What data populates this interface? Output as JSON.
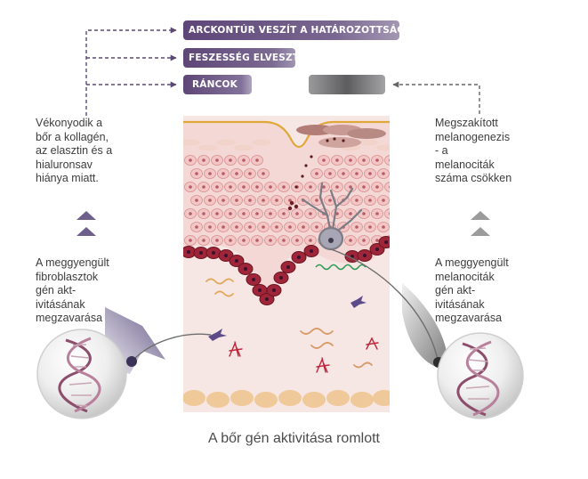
{
  "banners": {
    "contour": "ARCKONTÚR VESZÍT A HATÁROZOTTSÁGBÓL",
    "firmness": "FESZESSÉG ELVESZTÉSE",
    "wrinkles": "RÁNCOK"
  },
  "left_column": {
    "top_text": "Vékonyodik a\nbőr a kollagén,\naz elasztin és a\nhialuronsav\nhiánya miatt.",
    "bottom_text": "A meggyengült\nfibroblasztok\ngén akt-\nivitásának\nmegzavarása"
  },
  "right_column": {
    "top_text": "Megszakított\nmelanogenezis\n- a\nmelanociták\nszáma csökken",
    "bottom_text": "A meggyengült\nmelanociták\ngén akt-\nivitásának\nmegzavarása"
  },
  "caption": "A bőr gén aktivitása romlott",
  "colors": {
    "banner_purple": "#5e4677",
    "arrow_up_purple": "#6f5f8d",
    "arrow_up_grey": "#9b9b9b",
    "dermis": "#f7e7e4",
    "epidermis_cell": "#f2c6c4",
    "basal_cell": "#9e2638",
    "surface_line": "#e0a83a",
    "fat_cell": "#efc99a"
  }
}
